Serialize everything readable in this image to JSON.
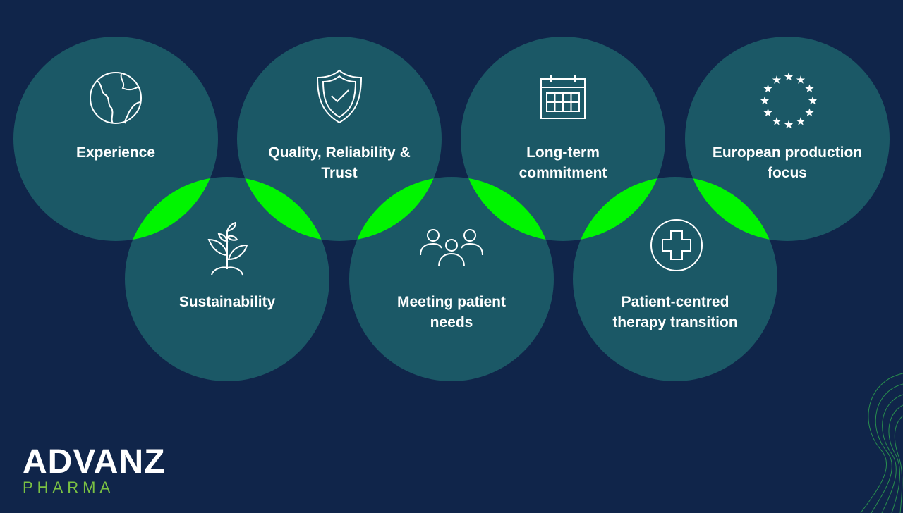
{
  "colors": {
    "background": "#10254a",
    "circle": "#1b5866",
    "overlap": "#00f500",
    "logo_green": "#7ac143"
  },
  "circles": [
    {
      "label": "Experience",
      "icon": "globe-icon"
    },
    {
      "label": "Quality, Reliability & Trust",
      "icon": "shield-check-icon"
    },
    {
      "label": "Long-term commitment",
      "icon": "calendar-icon"
    },
    {
      "label": "European production focus",
      "icon": "eu-stars-icon"
    },
    {
      "label": "Sustainability",
      "icon": "plant-icon"
    },
    {
      "label": "Meeting patient needs",
      "icon": "people-icon"
    },
    {
      "label": "Patient-centred therapy transition",
      "icon": "medical-cross-icon"
    }
  ],
  "logo": {
    "word": "ADVANZ",
    "sub": "PHARMA"
  }
}
